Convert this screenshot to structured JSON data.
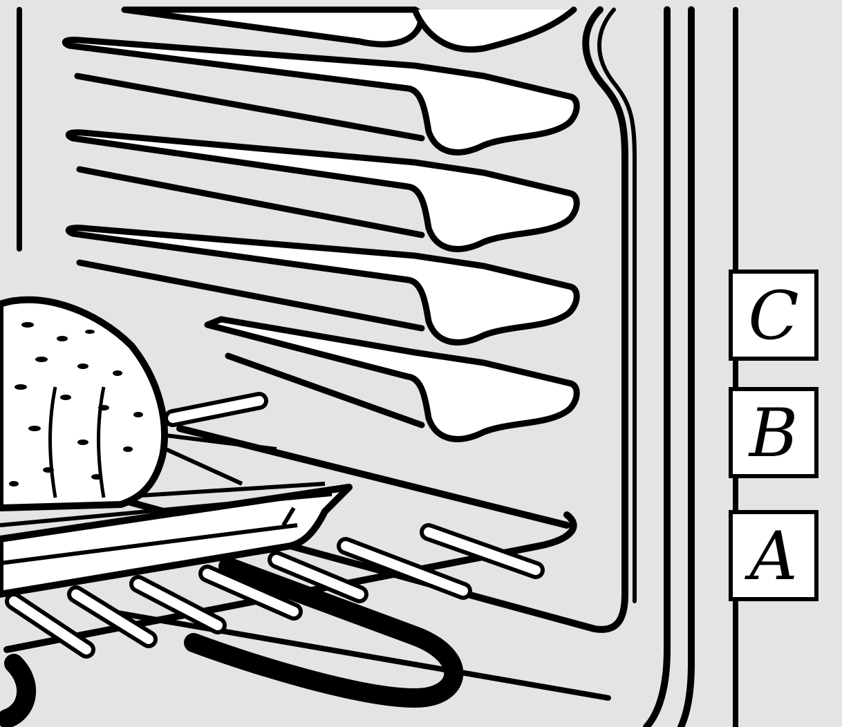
{
  "rack_position_labels": [
    {
      "id": "c",
      "text": "C"
    },
    {
      "id": "b",
      "text": "B"
    },
    {
      "id": "a",
      "text": "A"
    }
  ],
  "colors": {
    "background": "#e4e4e4",
    "line": "#000000",
    "fill": "#ffffff"
  }
}
